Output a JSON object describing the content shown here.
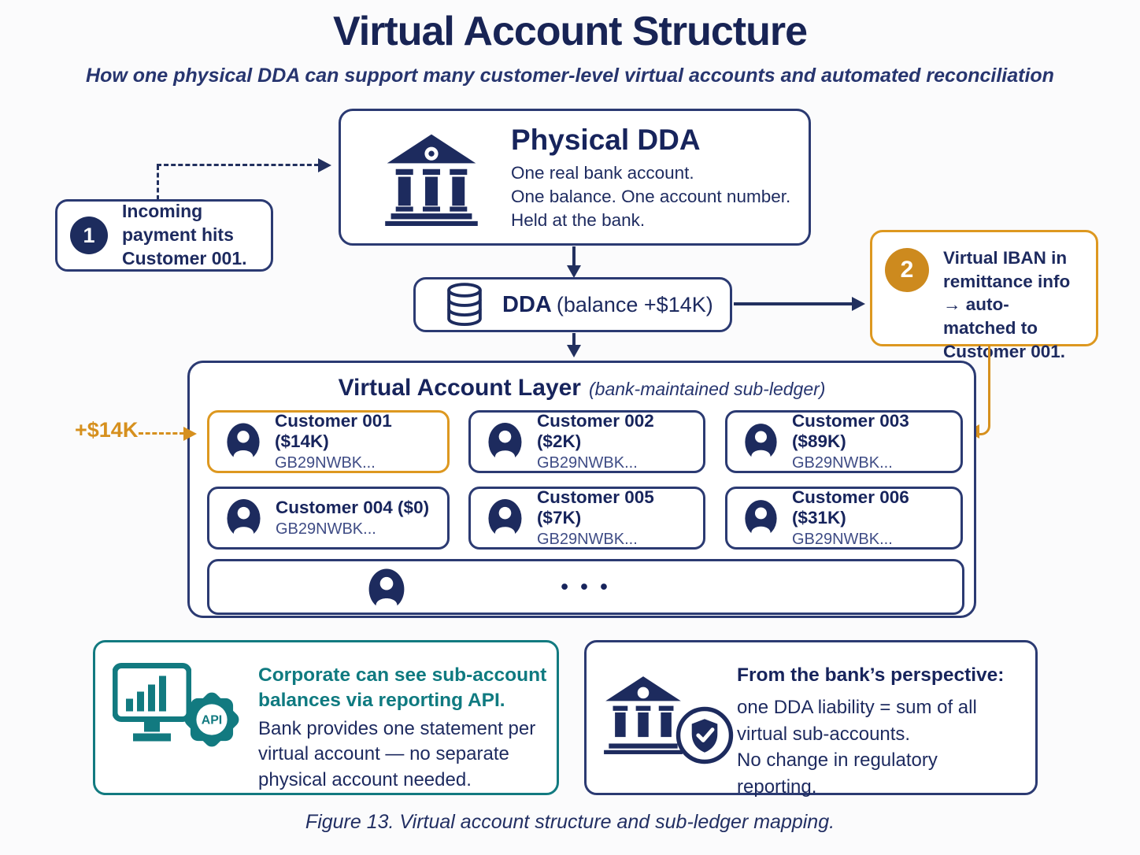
{
  "page": {
    "title": "Virtual Account Structure",
    "subtitle": "How one physical DDA can support many customer-level virtual accounts and automated reconciliation",
    "caption": "Figure 13. Virtual account structure and sub-ledger mapping."
  },
  "colors": {
    "navy": "#1d2a5f",
    "orange": "#d6901e",
    "teal": "#127a80"
  },
  "physical_dda": {
    "title": "Physical DDA",
    "lines": [
      "One real bank account.",
      "One balance. One account number.",
      "Held at the bank."
    ]
  },
  "callout1": {
    "number": "1",
    "text": "Incoming payment hits Customer 001."
  },
  "dda_pill": {
    "name": "DDA",
    "detail": "(balance +$14K)"
  },
  "callout2": {
    "number": "2",
    "lead": "Virtual IBAN",
    "rest": " in remittance info → auto-matched to Customer 001."
  },
  "incoming_label": "+$14K",
  "virtual_layer": {
    "title": "Virtual Account Layer",
    "subtitle": "(bank-maintained sub-ledger)",
    "ellipsis": "• • •",
    "accounts": [
      {
        "name": "Customer 001 ($14K)",
        "iban": "GB29NWBK...",
        "highlight": true
      },
      {
        "name": "Customer 002 ($2K)",
        "iban": "GB29NWBK...",
        "highlight": false
      },
      {
        "name": "Customer 003 ($89K)",
        "iban": "GB29NWBK...",
        "highlight": false
      },
      {
        "name": "Customer 004 ($0)",
        "iban": "GB29NWBK...",
        "highlight": false
      },
      {
        "name": "Customer 005 ($7K)",
        "iban": "GB29NWBK...",
        "highlight": false
      },
      {
        "name": "Customer 006 ($31K)",
        "iban": "GB29NWBK...",
        "highlight": false
      }
    ]
  },
  "corporate_box": {
    "api_label": "API",
    "headline": "Corporate can see sub-account balances via reporting API.",
    "body": "Bank provides one statement per virtual account — no separate physical account needed."
  },
  "bank_box": {
    "headline": "From the bank’s perspective:",
    "line1": "one DDA liability = sum of all virtual sub-accounts.",
    "line2": "No change in regulatory reporting."
  }
}
